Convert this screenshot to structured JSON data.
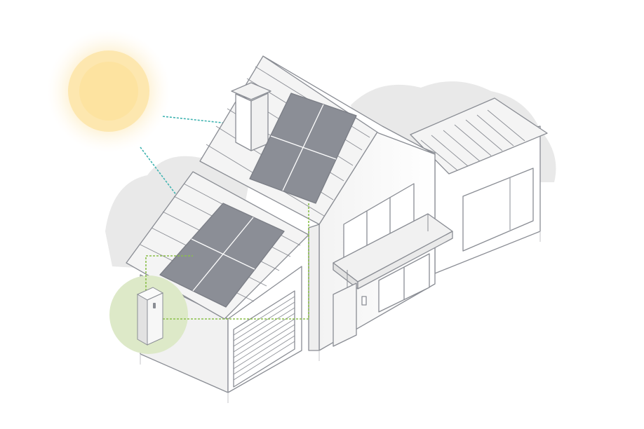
{
  "scene": {
    "elements": [
      "sun",
      "solar-panel-array",
      "solar-panel-array",
      "house",
      "garage",
      "home-battery"
    ],
    "connections": [
      {
        "from": "sun",
        "to": "solar-panel-array"
      },
      {
        "from": "sun",
        "to": "solar-panel-array"
      },
      {
        "from": "solar-panel-array",
        "to": "home-battery"
      }
    ]
  },
  "colors": {
    "background": "#ffffff",
    "trees": "#e8e8e8",
    "house_line": "#8a8d94",
    "wall": "#f7f7f7",
    "panel": "#8b8e96",
    "panel_grid": "#ffffff",
    "sun_core": "#fde9b4",
    "sun_glow": "#fdf3da",
    "sun_ray": "#3fb3b0",
    "wire": "#8bbf4b",
    "battery_halo": "#dde9c8",
    "battery": "#f2f2f2"
  },
  "icons": {
    "sun": "sun-icon",
    "battery": "home-battery-icon",
    "panel": "solar-panel-icon"
  }
}
